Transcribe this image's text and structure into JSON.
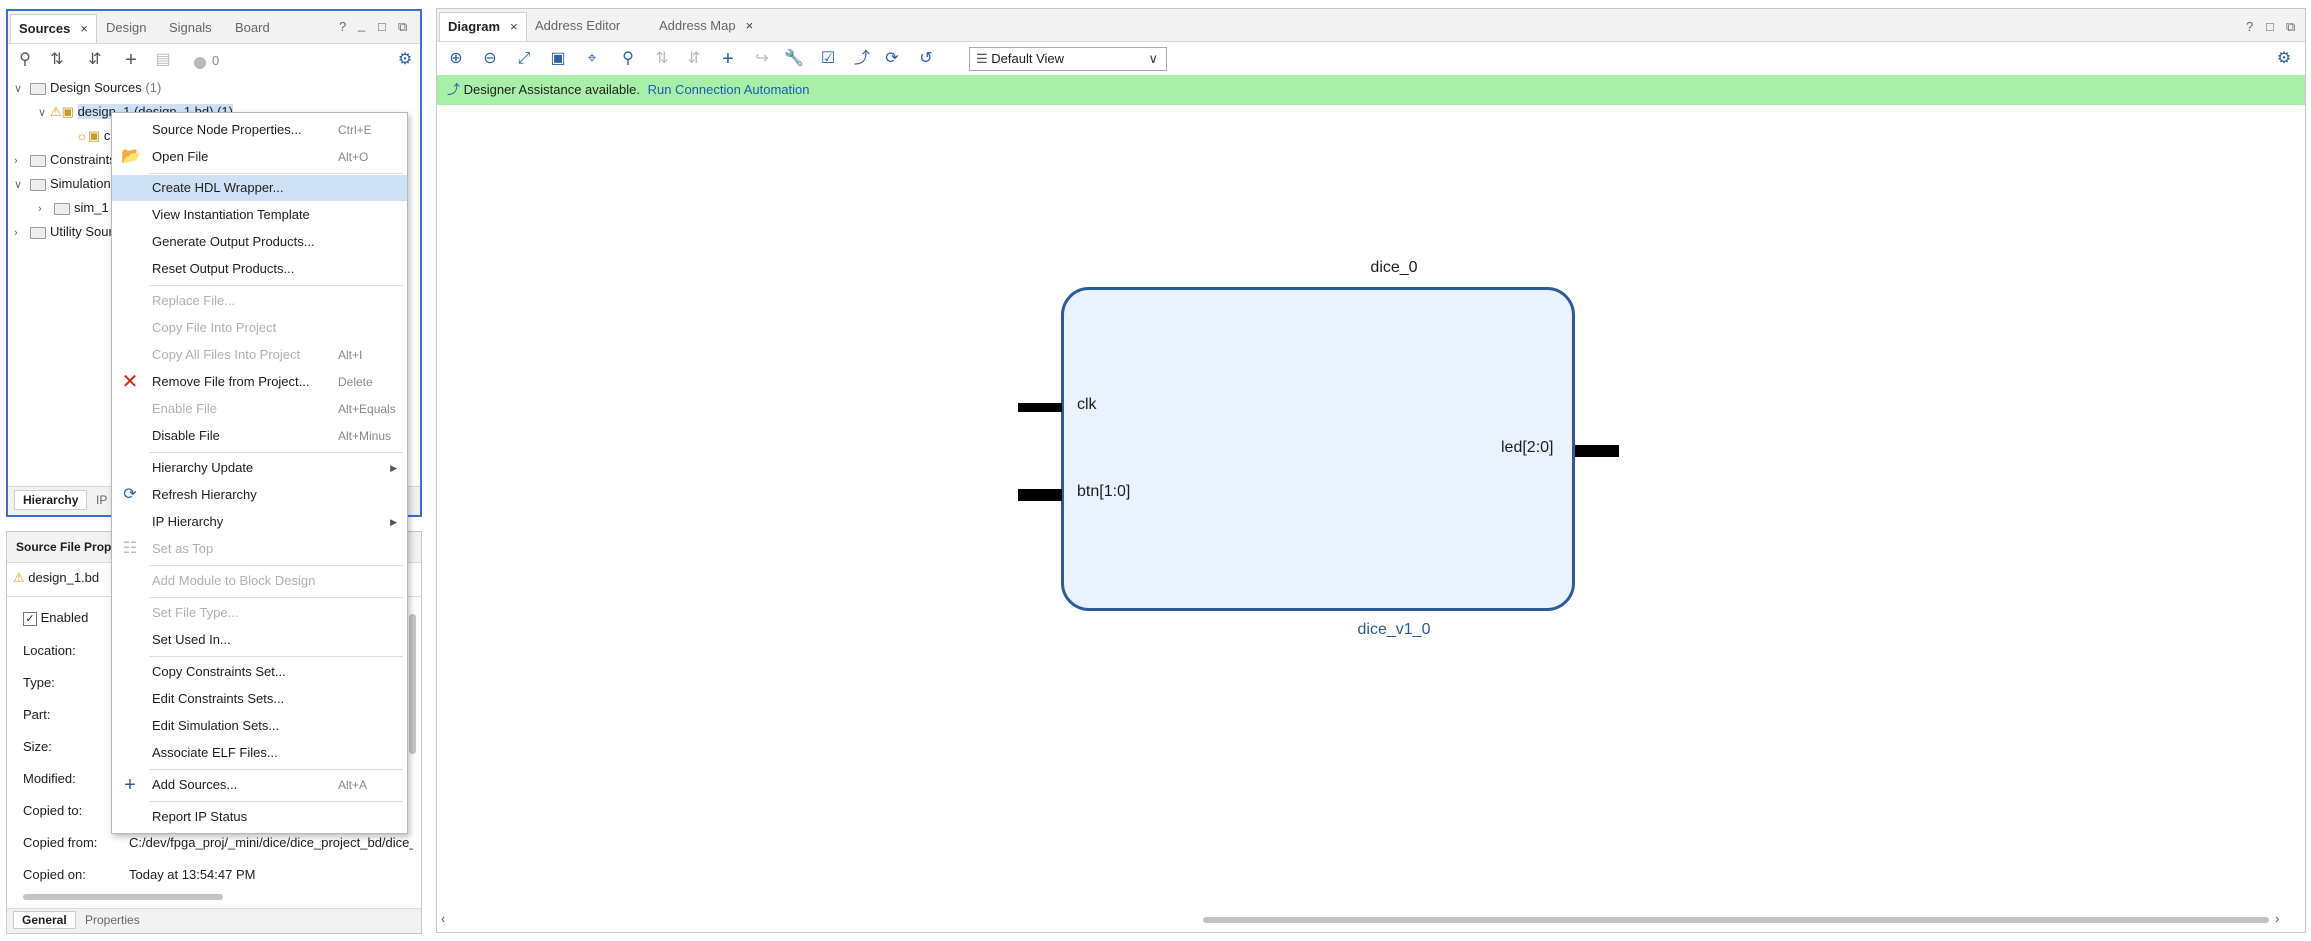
{
  "sources_panel": {
    "tabs": [
      {
        "label": "Sources",
        "close": "×"
      },
      {
        "label": "Design"
      },
      {
        "label": "Signals"
      },
      {
        "label": "Board"
      }
    ],
    "window_controls": [
      "?",
      "_",
      "□",
      "⧉"
    ],
    "toolbar_count": "0",
    "tree": {
      "design_sources": "Design Sources",
      "design_sources_count": "(1)",
      "design_bd": "design_1 (design_1.bd) (1)",
      "child_partial": "c",
      "constraints": "Constraints",
      "simulation": "Simulation",
      "sim_1": "sim_1",
      "utility": "Utility Sourc"
    },
    "bottom_tabs": [
      {
        "label": "Hierarchy"
      },
      {
        "label": "IP S"
      }
    ]
  },
  "properties_panel": {
    "title": "Source File Prope",
    "file_name": "design_1.bd",
    "enabled_label": "Enabled",
    "labels": [
      "Location:",
      "Type:",
      "Part:",
      "Size:",
      "Modified:",
      "Copied to:",
      "Copied from:",
      "Copied on:"
    ],
    "copied_from_value": "C:/dev/fpga_proj/_mini/dice/dice_project_bd/dice_pr",
    "copied_on_value": "Today at 13:54:47 PM",
    "tabs": [
      {
        "label": "General"
      },
      {
        "label": "Properties"
      }
    ]
  },
  "context_menu": {
    "items": [
      {
        "label": "Source Node Properties...",
        "shortcut": "Ctrl+E"
      },
      {
        "label": "Open File",
        "shortcut": "Alt+O",
        "icon": "folder-open-icon"
      },
      {
        "label": "Create HDL Wrapper..."
      },
      {
        "label": "View Instantiation Template"
      },
      {
        "label": "Generate Output Products..."
      },
      {
        "label": "Reset Output Products..."
      },
      {
        "label": "Replace File..."
      },
      {
        "label": "Copy File Into Project"
      },
      {
        "label": "Copy All Files Into Project",
        "shortcut": "Alt+I"
      },
      {
        "label": "Remove File from Project...",
        "shortcut": "Delete",
        "icon": "remove-x-icon"
      },
      {
        "label": "Enable File",
        "shortcut": "Alt+Equals"
      },
      {
        "label": "Disable File",
        "shortcut": "Alt+Minus"
      },
      {
        "label": "Hierarchy Update"
      },
      {
        "label": "Refresh Hierarchy",
        "icon": "refresh-icon"
      },
      {
        "label": "IP Hierarchy"
      },
      {
        "label": "Set as Top"
      },
      {
        "label": "Add Module to Block Design"
      },
      {
        "label": "Set File Type..."
      },
      {
        "label": "Set Used In..."
      },
      {
        "label": "Copy Constraints Set..."
      },
      {
        "label": "Edit Constraints Sets..."
      },
      {
        "label": "Edit Simulation Sets..."
      },
      {
        "label": "Associate ELF Files..."
      },
      {
        "label": "Add Sources...",
        "shortcut": "Alt+A",
        "icon": "plus-icon"
      },
      {
        "label": "Report IP Status"
      }
    ]
  },
  "diagram_panel": {
    "tabs": [
      {
        "label": "Diagram",
        "close": "×"
      },
      {
        "label": "Address Editor"
      },
      {
        "label": "Address Map",
        "close": "×"
      }
    ],
    "view_select": "Default View",
    "banner_text": "Designer Assistance available.",
    "banner_link": "Run Connection Automation",
    "block": {
      "instance_name": "dice_0",
      "module_name": "dice_v1_0",
      "inputs": [
        "clk",
        "btn[1:0]"
      ],
      "outputs": [
        "led[2:0]"
      ]
    }
  },
  "colors": {
    "accent_blue": "#2f5fa8",
    "banner_green": "#a8f0a8",
    "menu_highlight": "#cde1f6",
    "block_fill": "#eaf3fd",
    "block_border": "#2c5a9a",
    "link_blue": "#1a5db8"
  }
}
